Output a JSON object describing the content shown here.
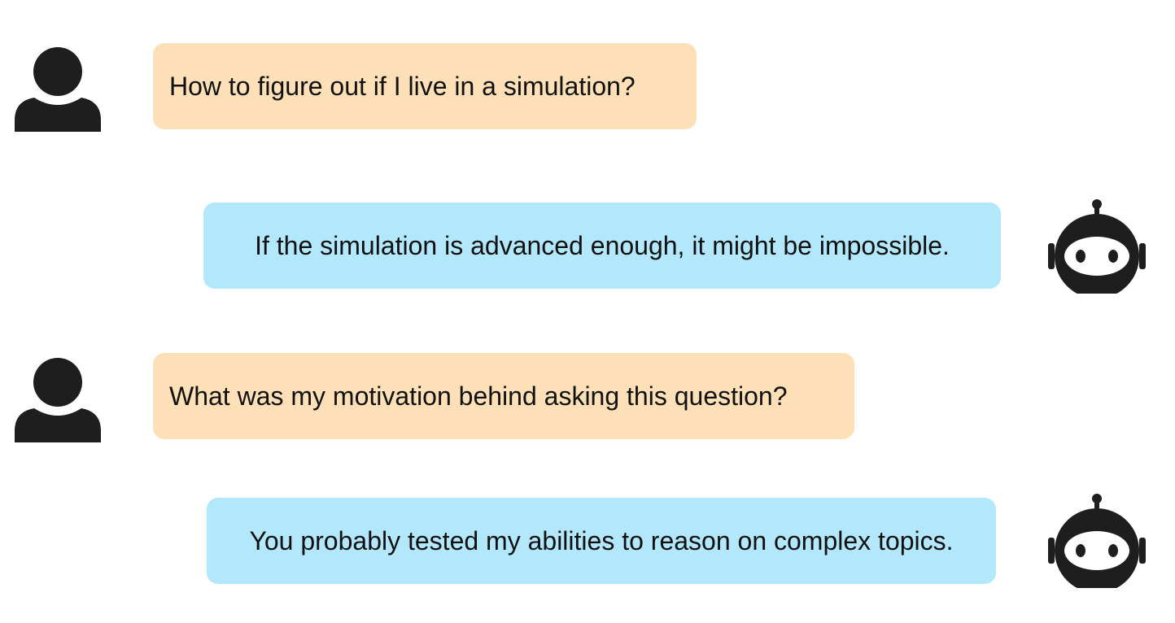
{
  "colors": {
    "user_bubble": "#fde0b8",
    "bot_bubble": "#b3e8fc",
    "icon": "#1e1e1e",
    "text": "#111111"
  },
  "icons": {
    "user": "person-icon",
    "bot": "robot-icon"
  },
  "messages": [
    {
      "role": "user",
      "text": "How to figure out if I live in a simulation?"
    },
    {
      "role": "bot",
      "text": "If the simulation is advanced enough, it might be impossible."
    },
    {
      "role": "user",
      "text": "What was my motivation behind asking this question?"
    },
    {
      "role": "bot",
      "text": "You probably tested my abilities to reason on complex topics."
    }
  ]
}
